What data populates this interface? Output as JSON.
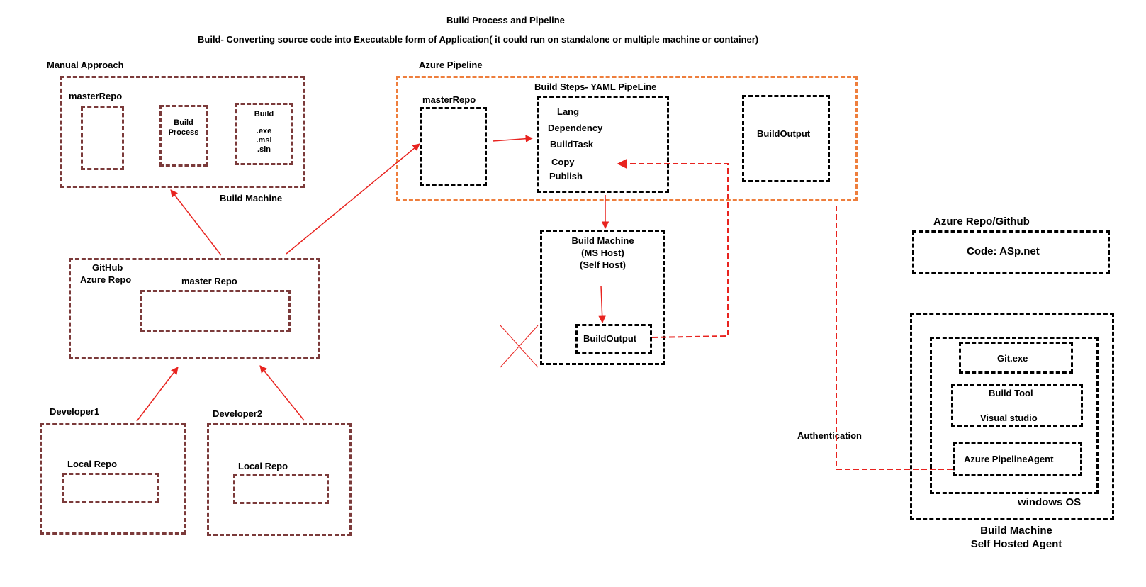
{
  "header": {
    "title": "Build Process and Pipeline",
    "subtitle": "Build- Converting source code into Executable form of Application( it could run on standalone or multiple machine or container)"
  },
  "manual": {
    "title": "Manual  Approach",
    "master_repo": "masterRepo",
    "build_process_1": "Build",
    "build_process_2": "Process",
    "build_label": "Build",
    "ext_exe": ".exe",
    "ext_msi": ".msi",
    "ext_sln": ".sln",
    "machine_label": "Build Machine"
  },
  "github": {
    "line1": "GitHub",
    "line2": "Azure Repo",
    "master_repo": "master Repo"
  },
  "developers": {
    "dev1": "Developer1",
    "dev2": "Developer2",
    "local_repo": "Local Repo"
  },
  "pipeline": {
    "title": "Azure Pipeline",
    "steps_title": "Build Steps- YAML PipeLine",
    "master_repo": "masterRepo",
    "steps": [
      "Lang",
      "Dependency",
      "BuildTask",
      "Copy",
      "Publish"
    ],
    "output": "BuildOutput"
  },
  "ms_machine": {
    "line1": "Build Machine",
    "line2": "(MS Host)",
    "line3": "(Self Host)",
    "output": "BuildOutput"
  },
  "azure_repo": {
    "title": "Azure Repo/Github",
    "code": "Code: ASp.net"
  },
  "self_hosted": {
    "git": "Git.exe",
    "build_tool": "Build Tool",
    "visual_studio": "Visual studio",
    "agent": "Azure PipelineAgent",
    "os": "windows OS",
    "caption1": "Build Machine",
    "caption2": "Self Hosted Agent"
  },
  "auth_label": "Authentication",
  "colors": {
    "brown": "#7b3a3a",
    "orange": "#ee7e3c",
    "red": "#e8231f"
  }
}
